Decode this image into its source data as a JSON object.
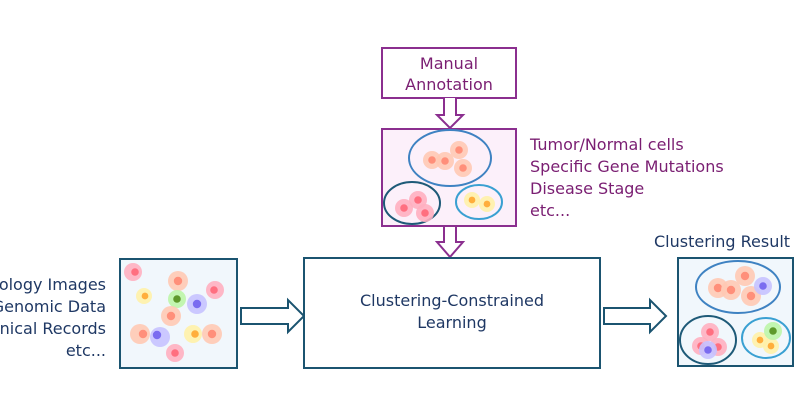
{
  "colors": {
    "purple": "#8B2F8F",
    "purple_text": "#7A1E72",
    "navy": "#1B5470",
    "navy_text": "#1F3864",
    "box_fill_pink": "#FCF0FA",
    "box_fill_blue": "#F1F7FC",
    "ellipse_blue": "#3E82C2",
    "ellipse_dark": "#1E5A78",
    "ellipse_cyan": "#3AA0D2"
  },
  "annotation_box": {
    "lines": [
      "Manual",
      "Annotation"
    ]
  },
  "annotation_labels": {
    "lines": [
      "Tumor/Normal cells",
      "Specific Gene Mutations",
      "Disease Stage",
      "etc..."
    ]
  },
  "input_labels": {
    "lines": [
      "Histology Images",
      "Genomic Data",
      "Clinical Records",
      "etc..."
    ]
  },
  "center_box": {
    "lines": [
      "Clustering-Constrained",
      "Learning"
    ]
  },
  "result": {
    "title": "Clustering Result"
  },
  "cell_types": {
    "salmon": {
      "outer": "#FFC9B4",
      "inner": "#FF8F7A"
    },
    "pink": {
      "outer": "#FFAFC0",
      "inner": "#FF6F80"
    },
    "yellow": {
      "outer": "#FFF1A8",
      "inner": "#FFAE3C"
    },
    "purple": {
      "outer": "#C6C2FF",
      "inner": "#7A6CF0"
    },
    "green": {
      "outer": "#BDF5A8",
      "inner": "#5E9A2C"
    }
  },
  "scattered_cells": [
    "pink",
    "salmon",
    "pink",
    "yellow",
    "green",
    "purple",
    "salmon",
    "salmon",
    "purple",
    "yellow",
    "salmon",
    "pink"
  ],
  "annotated_clusters": [
    {
      "name": "salmon-cluster",
      "cells": [
        "salmon",
        "salmon",
        "salmon",
        "salmon"
      ]
    },
    {
      "name": "pink-cluster",
      "cells": [
        "pink",
        "pink",
        "pink"
      ]
    },
    {
      "name": "yellow-cluster",
      "cells": [
        "yellow",
        "yellow"
      ]
    }
  ],
  "result_clusters": [
    {
      "name": "salmon-purple-cluster",
      "cells": [
        "salmon",
        "salmon",
        "salmon",
        "salmon",
        "purple"
      ]
    },
    {
      "name": "pink-purple-cluster",
      "cells": [
        "pink",
        "pink",
        "pink",
        "purple"
      ]
    },
    {
      "name": "yellow-green-cluster",
      "cells": [
        "yellow",
        "yellow",
        "green"
      ]
    }
  ]
}
